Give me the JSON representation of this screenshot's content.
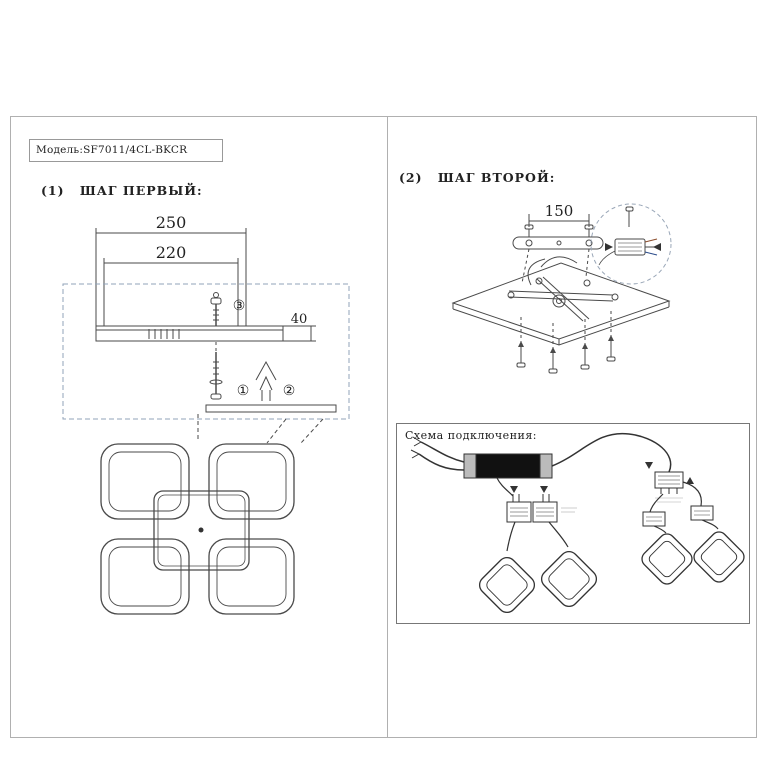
{
  "model": {
    "label": "Модель:",
    "value": "SF7011/4CL-BKCR"
  },
  "left_panel": {
    "step_num": "(1)",
    "step_title": "ШАГ ПЕРВЫЙ:",
    "dim_outer": "250",
    "dim_inner": "220",
    "dim_height": "40",
    "marker_1": "①",
    "marker_2": "②",
    "marker_3": "③"
  },
  "right_panel": {
    "step_num": "(2)",
    "step_title": "ШАГ ВТОРОЙ:",
    "dim_strap": "150"
  },
  "wiring": {
    "title": "Схема подключения:"
  },
  "colors": {
    "line": "#4a4a4a",
    "dashed_box": "#92a3b8",
    "driver": "#111111"
  }
}
